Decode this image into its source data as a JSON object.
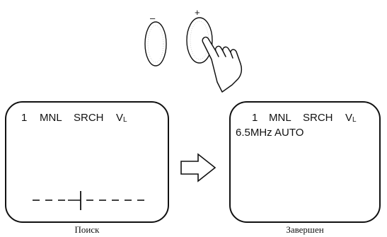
{
  "buttons": {
    "minus_label": "–",
    "plus_label": "+"
  },
  "screen_left": {
    "channel": "1",
    "mode": "MNL",
    "function": "SRCH",
    "vl_main": "V",
    "vl_sub": "L",
    "tuning_scale": "tuning-scale-with-marker",
    "caption": "Поиск"
  },
  "screen_right": {
    "channel": "1",
    "mode": "MNL",
    "function": "SRCH",
    "vl_main": "V",
    "vl_sub": "L",
    "result": "6.5MHz AUTO",
    "caption": "Завершен"
  },
  "arrow_icon": "hollow-right-arrow",
  "hand_icon": "pointing-hand"
}
